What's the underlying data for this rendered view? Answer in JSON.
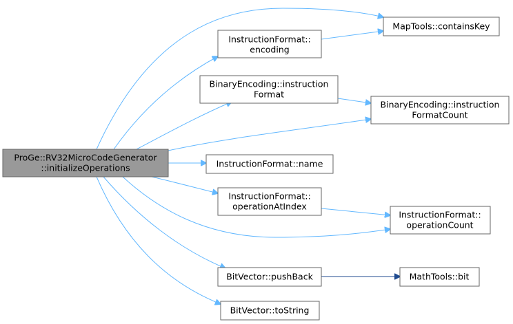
{
  "nodes": {
    "root": [
      "ProGe::RV32MicroCodeGenerator",
      "::initializeOperations"
    ],
    "map_contains": [
      "MapTools::containsKey"
    ],
    "if_encoding": [
      "InstructionFormat::",
      "encoding"
    ],
    "be_instruction_format": [
      "BinaryEncoding::instruction",
      "Format"
    ],
    "be_format_count": [
      "BinaryEncoding::instruction",
      "FormatCount"
    ],
    "if_name": [
      "InstructionFormat::name"
    ],
    "if_op_at_index": [
      "InstructionFormat::",
      "operationAtIndex"
    ],
    "if_op_count": [
      "InstructionFormat::",
      "operationCount"
    ],
    "bv_push_back": [
      "BitVector::pushBack"
    ],
    "math_bit": [
      "MathTools::bit"
    ],
    "bv_to_string": [
      "BitVector::toString"
    ]
  },
  "colors": {
    "edge": "#63b8ff",
    "edge_dark": "#1f4a8f",
    "focus_fill": "#999999",
    "node_border": "#666666"
  }
}
